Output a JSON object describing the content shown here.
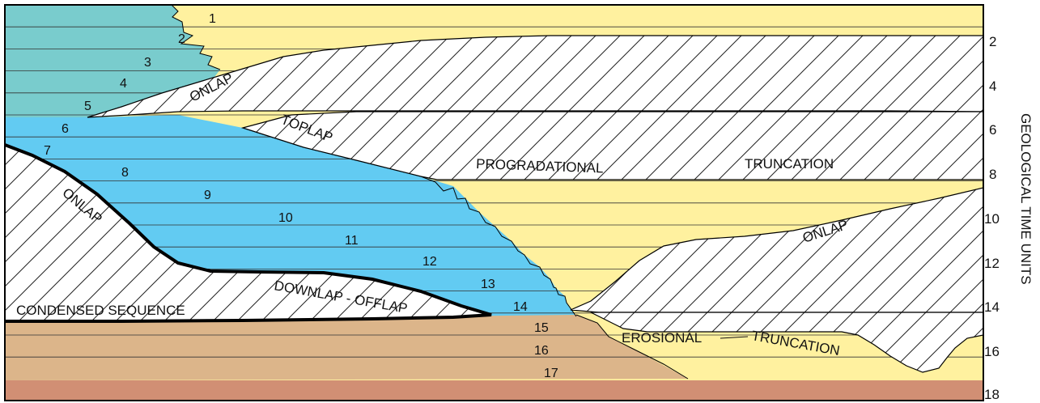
{
  "colors": {
    "yellow": "#fff19f",
    "teal": "#79cccd",
    "blue": "#62cbf2",
    "tan": "#dcb58a",
    "red_brown": "#d18f74",
    "hatch_bg": "#ffffff"
  },
  "layer_numbers": [
    "1",
    "2",
    "3",
    "4",
    "5",
    "6",
    "7",
    "8",
    "9",
    "10",
    "11",
    "12",
    "13",
    "14",
    "15",
    "16",
    "17"
  ],
  "axis": {
    "title": "GEOLOGICAL TIME UNITS",
    "ticks": [
      "2",
      "4",
      "6",
      "8",
      "10",
      "12",
      "14",
      "16",
      "18"
    ]
  },
  "labels": {
    "onlap_top": "ONLAP",
    "toplap": "TOPLAP",
    "progradational": "PROGRADATIONAL",
    "truncation_top": "TRUNCATION",
    "onlap_right": "ONLAP",
    "onlap_left": "ONLAP",
    "downlap_offlap": "DOWNLAP - OFFLAP",
    "condensed_sequence": "CONDENSED SEQUENCE",
    "erosional": "EROSIONAL",
    "truncation_bottom": "TRUNCATION"
  }
}
